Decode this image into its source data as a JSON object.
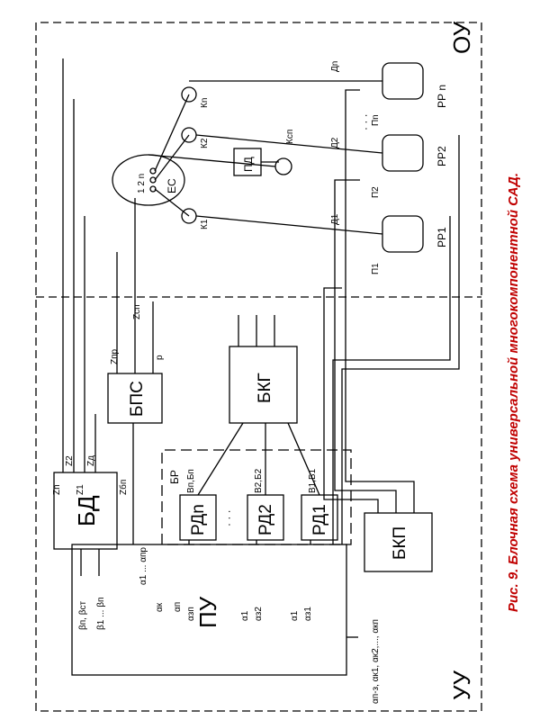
{
  "caption": "Рис. 9. Блочная схема универсальной многокомпонентной САД.",
  "zones": {
    "object": "ОУ",
    "control": "УУ"
  },
  "blocks": {
    "pu": "ПУ",
    "bd": "БД",
    "bps": "БПС",
    "bkg": "БКГ",
    "bkp": "БКП",
    "br": "БР",
    "rdn": "РДn",
    "rd2": "РД2",
    "rd1": "РД1",
    "pd": "ПД",
    "es": "ЕС",
    "es_ports": "1 2 n"
  },
  "valves": {
    "kn": "Кn",
    "k2": "К2",
    "k1": "К1",
    "ksp": "Ксп"
  },
  "tanks": {
    "rrn": "РР n",
    "rr2": "РР2",
    "rr1": "РР1",
    "pn": "Пn",
    "p2": "П2",
    "p1": "П1"
  },
  "dampers": {
    "dn": "Дn",
    "d2": "Д2",
    "d1": "Д1"
  },
  "signals": {
    "zn": "Zn",
    "z2": "Z2",
    "z1": "Z1",
    "zd": "Zд",
    "zbp": "Zбп",
    "zpr": "Zпр",
    "zsp": "Zсп",
    "p": "p",
    "bn_bst": "βп, βст",
    "b1_bn": "β1 ... βп",
    "a1_apr": "α1 ... αпр",
    "ak": "αк",
    "an": "αп",
    "azn": "αзп",
    "a1": "α1",
    "az2": "αз2",
    "az1": "αз1",
    "bn_bn": "Вп,Бп",
    "b2_b2": "В2,Б2",
    "b1_b1": "В1,Б1",
    "pu_out": "αп-з, αк1, αк2,..., αкп",
    "dots": "· · ·"
  }
}
